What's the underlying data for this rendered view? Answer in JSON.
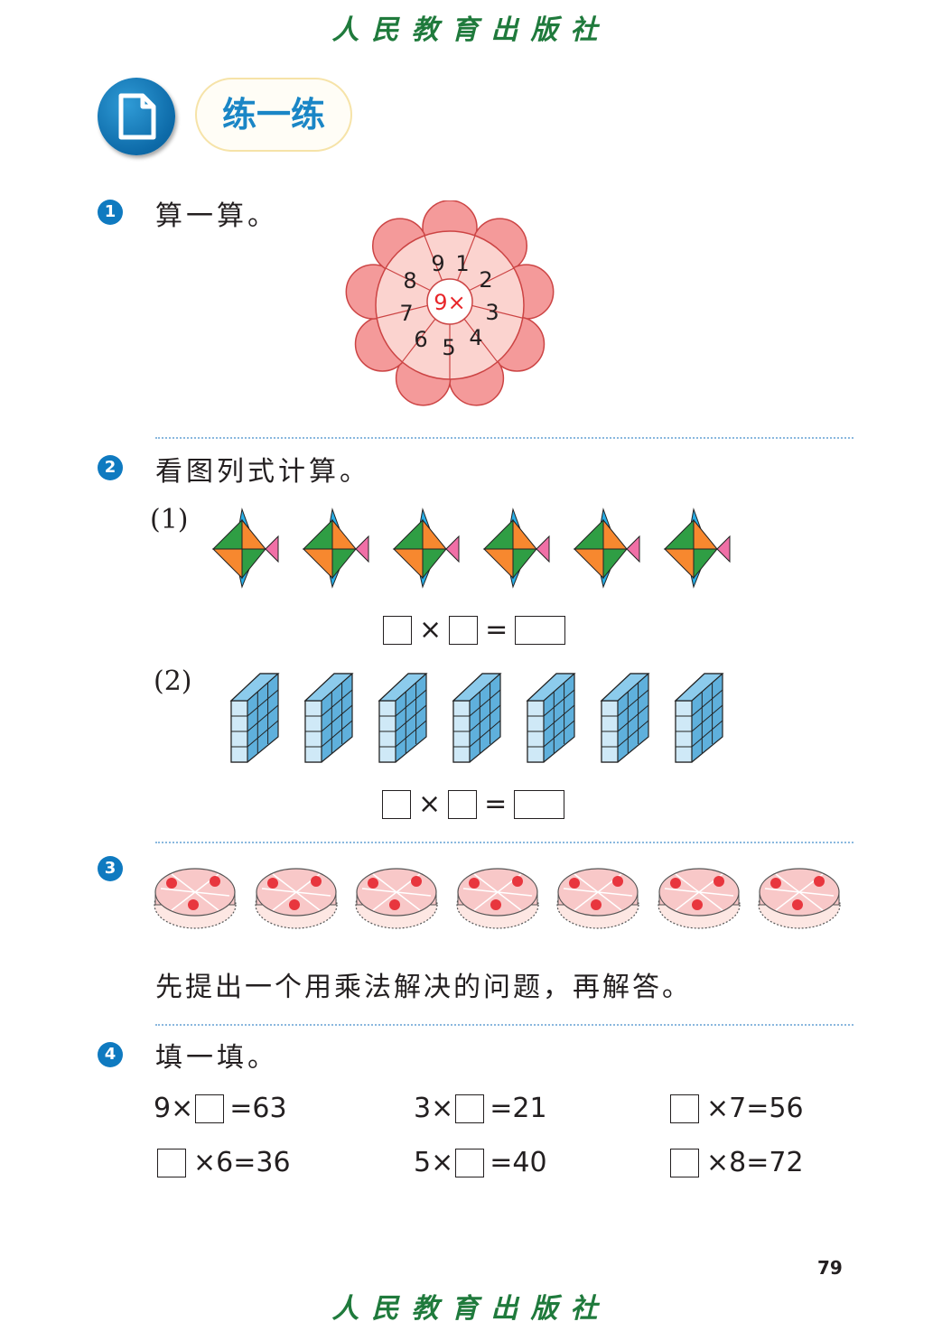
{
  "publisher": "人民教育出版社",
  "section": {
    "title": "练一练"
  },
  "q1": {
    "number": "1",
    "text": "算一算。",
    "flower": {
      "center": "9×",
      "numbers": [
        "1",
        "2",
        "3",
        "4",
        "5",
        "6",
        "7",
        "8",
        "9"
      ],
      "petal_color": "#f49a9a",
      "ring_color": "#fbd3cf",
      "center_text_color": "#e8262a"
    }
  },
  "q2": {
    "number": "2",
    "text": "看图列式计算。",
    "part1": {
      "label": "(1)",
      "fish_count": 6,
      "times": "×",
      "equals": "="
    },
    "part2": {
      "label": "(2)",
      "block_count": 7,
      "times": "×",
      "equals": "="
    }
  },
  "q3": {
    "number": "3",
    "cake_count": 7,
    "text": "先提出一个用乘法解决的问题，再解答。"
  },
  "q4": {
    "number": "4",
    "text": "填一填。",
    "rows": [
      [
        {
          "before": "9×",
          "after": "=63"
        },
        {
          "before": "3×",
          "after": "=21"
        },
        {
          "before": "",
          "after": "×7=56"
        }
      ],
      [
        {
          "before": "",
          "after": "×6=36"
        },
        {
          "before": "5×",
          "after": "=40"
        },
        {
          "before": "",
          "after": "×8=72"
        }
      ]
    ]
  },
  "page_number": "79",
  "colors": {
    "accent_blue": "#0f7ac0",
    "publisher_green": "#1f7a3c",
    "fish_green": "#2f9e44",
    "fish_orange": "#f7882f",
    "fish_cyan": "#29aee6",
    "fish_pink": "#f06fa6",
    "block_blue": "#5fb0dc",
    "cake_pink": "#f8c8c8"
  }
}
